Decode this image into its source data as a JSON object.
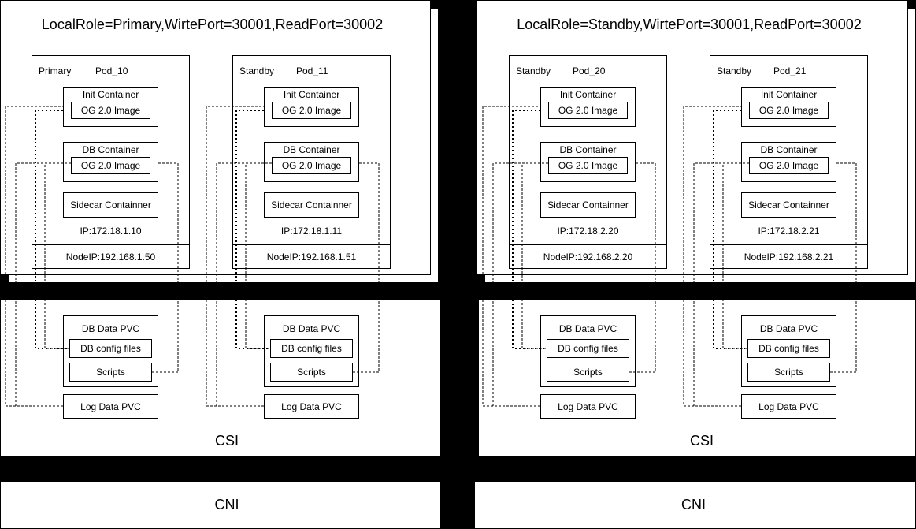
{
  "nodes": [
    {
      "title": "LocalRole=Primary,WirtePort=30001,ReadPort=30002",
      "csi": "CSI",
      "cni": "CNI",
      "pods": [
        {
          "role": "Primary",
          "name": "Pod_10",
          "init": "Init Container",
          "init_image": "OG 2.0 Image",
          "db": "DB Container",
          "db_image": "OG 2.0 Image",
          "sidecar": "Sidecar Containner",
          "ip": "IP:172.18.1.10",
          "nodeip": "NodeIP:192.168.1.50",
          "pvc": "DB Data PVC",
          "config": "DB config files",
          "scripts": "Scripts",
          "log": "Log Data PVC"
        },
        {
          "role": "Standby",
          "name": "Pod_11",
          "init": "Init Container",
          "init_image": "OG 2.0 Image",
          "db": "DB Container",
          "db_image": "OG 2.0 Image",
          "sidecar": "Sidecar Containner",
          "ip": "IP:172.18.1.11",
          "nodeip": "NodeIP:192.168.1.51",
          "pvc": "DB Data PVC",
          "config": "DB config files",
          "scripts": "Scripts",
          "log": "Log Data PVC"
        }
      ]
    },
    {
      "title": "LocalRole=Standby,WirtePort=30001,ReadPort=30002",
      "csi": "CSI",
      "cni": "CNI",
      "pods": [
        {
          "role": "Standby",
          "name": "Pod_20",
          "init": "Init Container",
          "init_image": "OG 2.0 Image",
          "db": "DB Container",
          "db_image": "OG 2.0 Image",
          "sidecar": "Sidecar Containner",
          "ip": "IP:172.18.2.20",
          "nodeip": "NodeIP:192.168.2.20",
          "pvc": "DB Data PVC",
          "config": "DB config files",
          "scripts": "Scripts",
          "log": "Log Data PVC"
        },
        {
          "role": "Standby",
          "name": "Pod_21",
          "init": "Init Container",
          "init_image": "OG 2.0 Image",
          "db": "DB Container",
          "db_image": "OG 2.0 Image",
          "sidecar": "Sidecar Containner",
          "ip": "IP:172.18.2.21",
          "nodeip": "NodeIP:192.168.2.21",
          "pvc": "DB Data PVC",
          "config": "DB config files",
          "scripts": "Scripts",
          "log": "Log Data PVC"
        }
      ]
    }
  ]
}
